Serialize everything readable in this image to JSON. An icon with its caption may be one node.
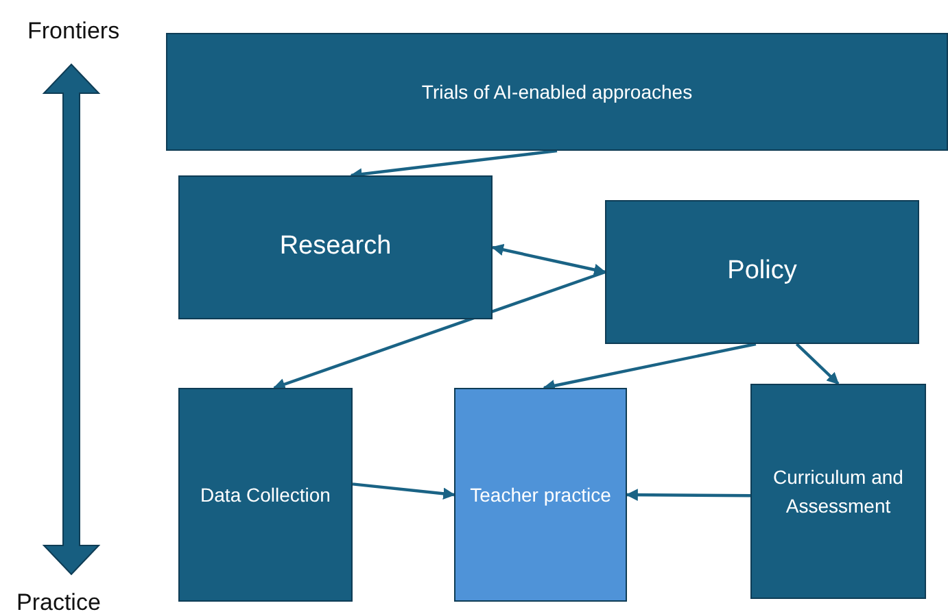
{
  "diagram": {
    "nodes": [
      {
        "text": [
          "Trials of AI-enabled approaches"
        ]
      },
      {
        "text": [
          "Research"
        ]
      },
      {
        "text": [
          "Policy"
        ]
      },
      {
        "text": [
          "Data Collection"
        ]
      },
      {
        "text": [
          "Teacher practice"
        ]
      },
      {
        "text": [
          "Curriculum and Assessment"
        ]
      }
    ],
    "edges": [
      {
        "from": 0,
        "to": 1,
        "arrow": "to"
      },
      {
        "from": 1,
        "to": 2,
        "arrow": "both"
      },
      {
        "from": 2,
        "to": 3,
        "arrow": "to"
      },
      {
        "from": 2,
        "to": 4,
        "arrow": "to"
      },
      {
        "from": 2,
        "to": 5,
        "arrow": "to"
      },
      {
        "from": 3,
        "to": 4,
        "arrow": "to"
      },
      {
        "from": 5,
        "to": 4,
        "arrow": "to"
      }
    ],
    "labels": [
      "Frontiers",
      "Practice"
    ]
  }
}
